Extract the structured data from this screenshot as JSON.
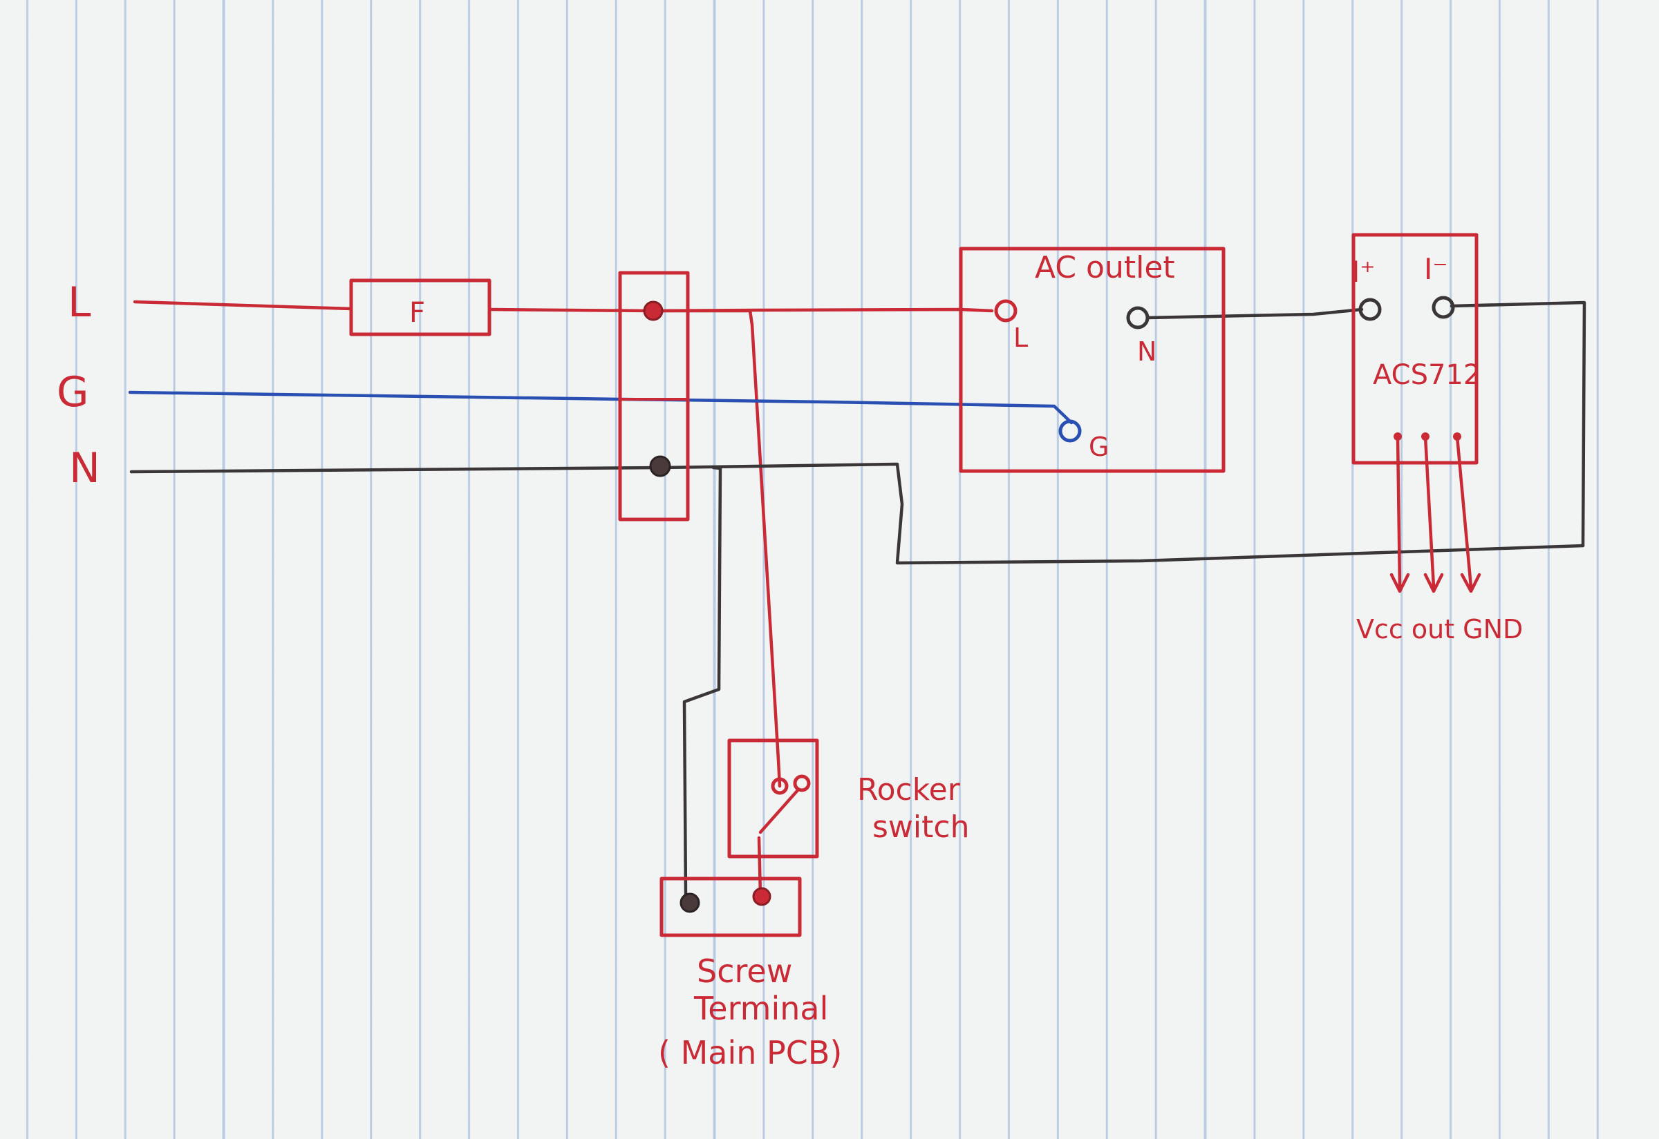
{
  "colors": {
    "red": "#c92a35",
    "black": "#3a3638",
    "blue": "#2a4fb3",
    "paper": "#f1f4f2",
    "rule": "#8caad7"
  },
  "labels": {
    "line": "L",
    "ground": "G",
    "neutral": "N"
  },
  "fuse": {
    "label": "F"
  },
  "outlet": {
    "title": "AC outlet",
    "pin_l": "L",
    "pin_n": "N",
    "pin_g": "G"
  },
  "sensor": {
    "title": "ACS712",
    "pin_i_plus": "I⁺",
    "pin_i_minus": "I⁻",
    "outputs": "Vcc out GND"
  },
  "switch": {
    "label_line1": "Rocker",
    "label_line2": "switch"
  },
  "terminal": {
    "label_line1": "Screw",
    "label_line2": "Terminal",
    "label_line3": "( Main PCB)"
  }
}
